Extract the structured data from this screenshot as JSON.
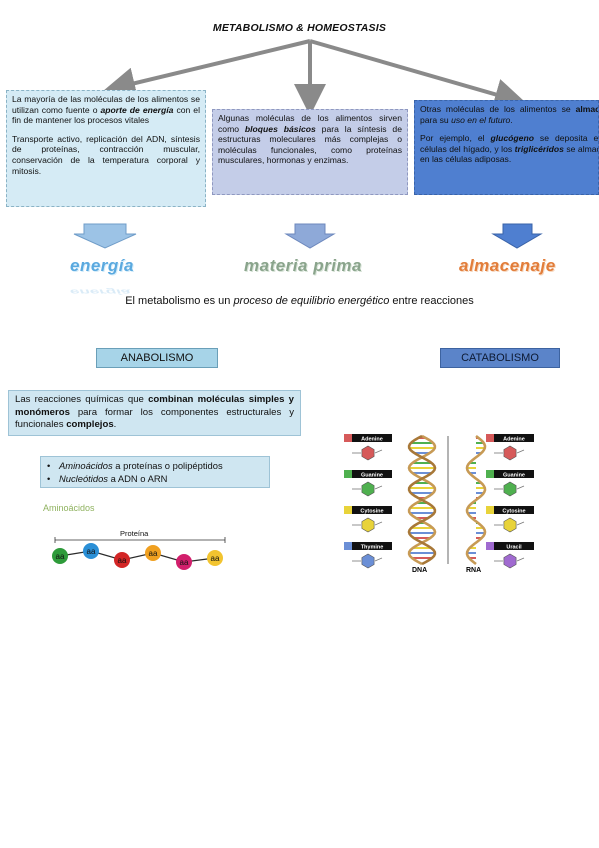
{
  "title": "METABOLISMO & HOMEOSTASIS",
  "box1": {
    "p1": [
      {
        "t": "La mayoría de las moléculas de los alimentos se utilizan como fuente o ",
        "s": ""
      },
      {
        "t": "aporte de energía",
        "s": "bi"
      },
      {
        "t": " con el fin de mantener los procesos vitales",
        "s": ""
      }
    ],
    "p2": "Transporte activo, replicación del ADN, síntesis de proteínas, contracción muscular, conservación de la temperatura corporal y mitosis."
  },
  "box2": {
    "p1": [
      {
        "t": "Algunas moléculas de los alimentos sirven como ",
        "s": ""
      },
      {
        "t": "bloques básicos",
        "s": "bi"
      },
      {
        "t": " para la síntesis de estructuras moleculares más complejas o moléculas funcionales, como proteínas musculares, hormonas y enzimas.",
        "s": ""
      }
    ]
  },
  "box3": {
    "p1": [
      {
        "t": "Otras moléculas de los alimentos se ",
        "s": ""
      },
      {
        "t": "almacenan",
        "s": "b"
      },
      {
        "t": " para su ",
        "s": ""
      },
      {
        "t": "uso en el futuro",
        "s": "i"
      },
      {
        "t": ".",
        "s": ""
      }
    ],
    "p2": [
      {
        "t": "Por ejemplo, el ",
        "s": ""
      },
      {
        "t": "glucógeno",
        "s": "bi"
      },
      {
        "t": " se deposita en las células del hígado, y los ",
        "s": ""
      },
      {
        "t": "triglicéridos",
        "s": "bi"
      },
      {
        "t": " se almacenan en las células adiposas.",
        "s": ""
      }
    ]
  },
  "words": {
    "energia": "energía",
    "materia": "materia prima",
    "almacenaje": "almacenaje"
  },
  "sentence": [
    {
      "t": "El metabolismo es un ",
      "s": ""
    },
    {
      "t": "proceso de equilibrio energético",
      "s": "i"
    },
    {
      "t": " entre reacciones",
      "s": ""
    }
  ],
  "anabolismo": "ANABOLISMO",
  "catabolismo": "CATABOLISMO",
  "reacciones": [
    {
      "t": "Las reacciones químicas que ",
      "s": ""
    },
    {
      "t": "combinan moléculas simples y monómeros",
      "s": "b"
    },
    {
      "t": " para formar los componentes estructurales y funcionales ",
      "s": ""
    },
    {
      "t": "complejos",
      "s": "b"
    },
    {
      "t": ".",
      "s": ""
    }
  ],
  "list": [
    [
      {
        "t": "Aminoácidos",
        "s": "i"
      },
      {
        "t": " a proteínas o polipéptidos",
        "s": ""
      }
    ],
    [
      {
        "t": "Nucleótidos",
        "s": "i"
      },
      {
        "t": " a ADN o ARN",
        "s": ""
      }
    ]
  ],
  "aminoacidos_title": "Aminoácidos",
  "proteina_label": "Proteína",
  "aa": [
    {
      "label": "aa",
      "color": "#2e9b3a"
    },
    {
      "label": "aa",
      "color": "#2a8fd6"
    },
    {
      "label": "aa",
      "color": "#d32626"
    },
    {
      "label": "aa",
      "color": "#f0a020"
    },
    {
      "label": "aa",
      "color": "#d21f6c"
    },
    {
      "label": "aa",
      "color": "#f2c430"
    }
  ],
  "dna": {
    "label": "DNA",
    "bases": [
      {
        "name": "Adenine",
        "color": "#d65a5a"
      },
      {
        "name": "Guanine",
        "color": "#4fb04f"
      },
      {
        "name": "Cytosine",
        "color": "#e8d33a"
      },
      {
        "name": "Thymine",
        "color": "#6b8fd6"
      }
    ]
  },
  "rna": {
    "label": "RNA",
    "bases": [
      {
        "name": "Adenine",
        "color": "#d65a5a"
      },
      {
        "name": "Guanine",
        "color": "#4fb04f"
      },
      {
        "name": "Cytosine",
        "color": "#e8d33a"
      },
      {
        "name": "Uracil",
        "color": "#a06ad0"
      }
    ]
  }
}
